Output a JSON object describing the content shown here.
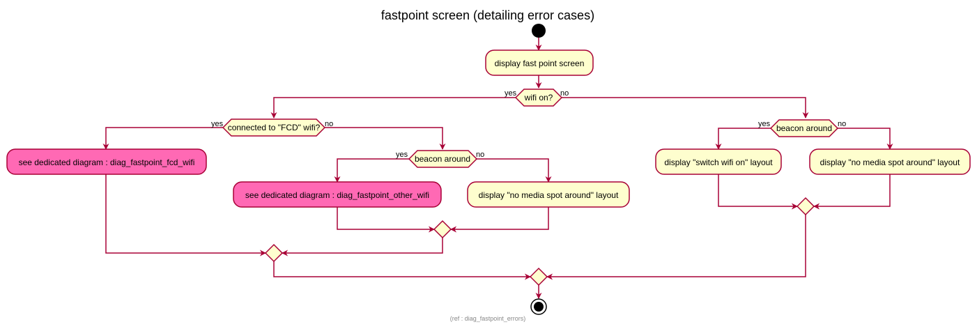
{
  "title": "fastpoint screen (detailing error cases)",
  "footer": "(ref : diag_fastpoint_errors)",
  "colors": {
    "line": "#A80036",
    "activity_fill": "#FEFECE",
    "highlight_fill": "#FF69B4"
  },
  "activities": {
    "display_fast_point": "display fast point screen",
    "diag_fcd_wifi": "see dedicated diagram : diag_fastpoint_fcd_wifi",
    "diag_other_wifi": "see dedicated diagram : diag_fastpoint_other_wifi",
    "no_media_spot_left": "display \"no media spot around\" layout",
    "switch_wifi_on": "display \"switch wifi on\" layout",
    "no_media_spot_right": "display \"no media spot around\" layout"
  },
  "decisions": {
    "wifi_on": "wifi on?",
    "connected_fcd": "connected to \"FCD\" wifi?",
    "beacon_left": "beacon around",
    "beacon_right": "beacon around"
  },
  "branch_labels": {
    "wifi_yes": "yes",
    "wifi_no": "no",
    "fcd_yes": "yes",
    "fcd_no": "no",
    "beacon_left_yes": "yes",
    "beacon_left_no": "no",
    "beacon_right_yes": "yes",
    "beacon_right_no": "no"
  }
}
